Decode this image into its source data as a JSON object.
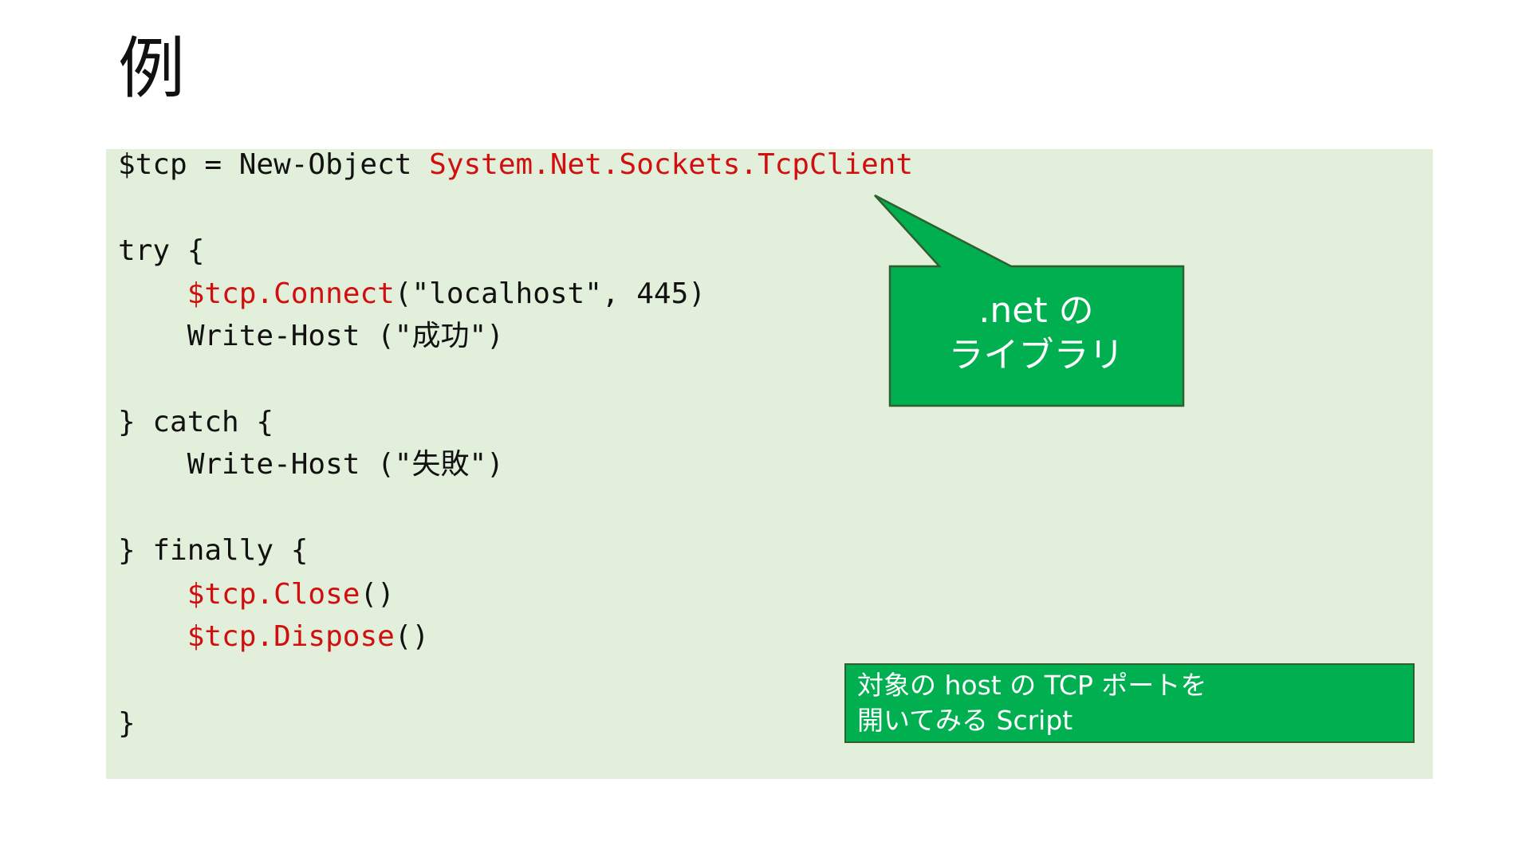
{
  "slide": {
    "title": "例"
  },
  "code": {
    "line1": {
      "a": "$tcp = New-Object ",
      "b": "System.Net.Sockets.TcpClient"
    },
    "line2": "try {",
    "line3": {
      "indent": "    ",
      "a": "$tcp.Connect",
      "b": "(\"localhost\", 445)"
    },
    "line4": "    Write-Host (\"成功\")",
    "line5": "} catch {",
    "line6": "    Write-Host (\"失敗\")",
    "line7": "} finally {",
    "line8": {
      "indent": "    ",
      "a": "$tcp.Close",
      "b": "()"
    },
    "line9": {
      "indent": "    ",
      "a": "$tcp.Dispose",
      "b": "()"
    },
    "line10": "}"
  },
  "callout": {
    "line1": ".net の",
    "line2": "ライブラリ"
  },
  "note": {
    "line1": "対象の host の TCP ポートを",
    "line2": "開いてみる Script"
  },
  "colors": {
    "panel_bg": "#e2efda",
    "accent_green": "#00b050",
    "code_red": "#d10f0f"
  }
}
